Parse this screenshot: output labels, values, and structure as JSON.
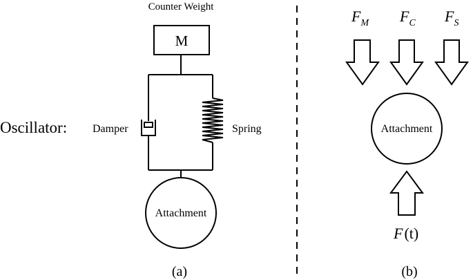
{
  "panel_a": {
    "counter_weight_label": "Counter Weight",
    "mass_label": "M",
    "oscillator_label": "Oscillator:",
    "damper_label": "Damper",
    "spring_label": "Spring",
    "attachment_label": "Attachment",
    "caption": "(a)"
  },
  "panel_b": {
    "force_m_base": "F",
    "force_m_sub": "M",
    "force_c_base": "F",
    "force_c_sub": "C",
    "force_s_base": "F",
    "force_s_sub": "S",
    "attachment_label": "Attachment",
    "applied_force_base": "F",
    "applied_force_arg": "(t)",
    "caption": "(b)"
  }
}
